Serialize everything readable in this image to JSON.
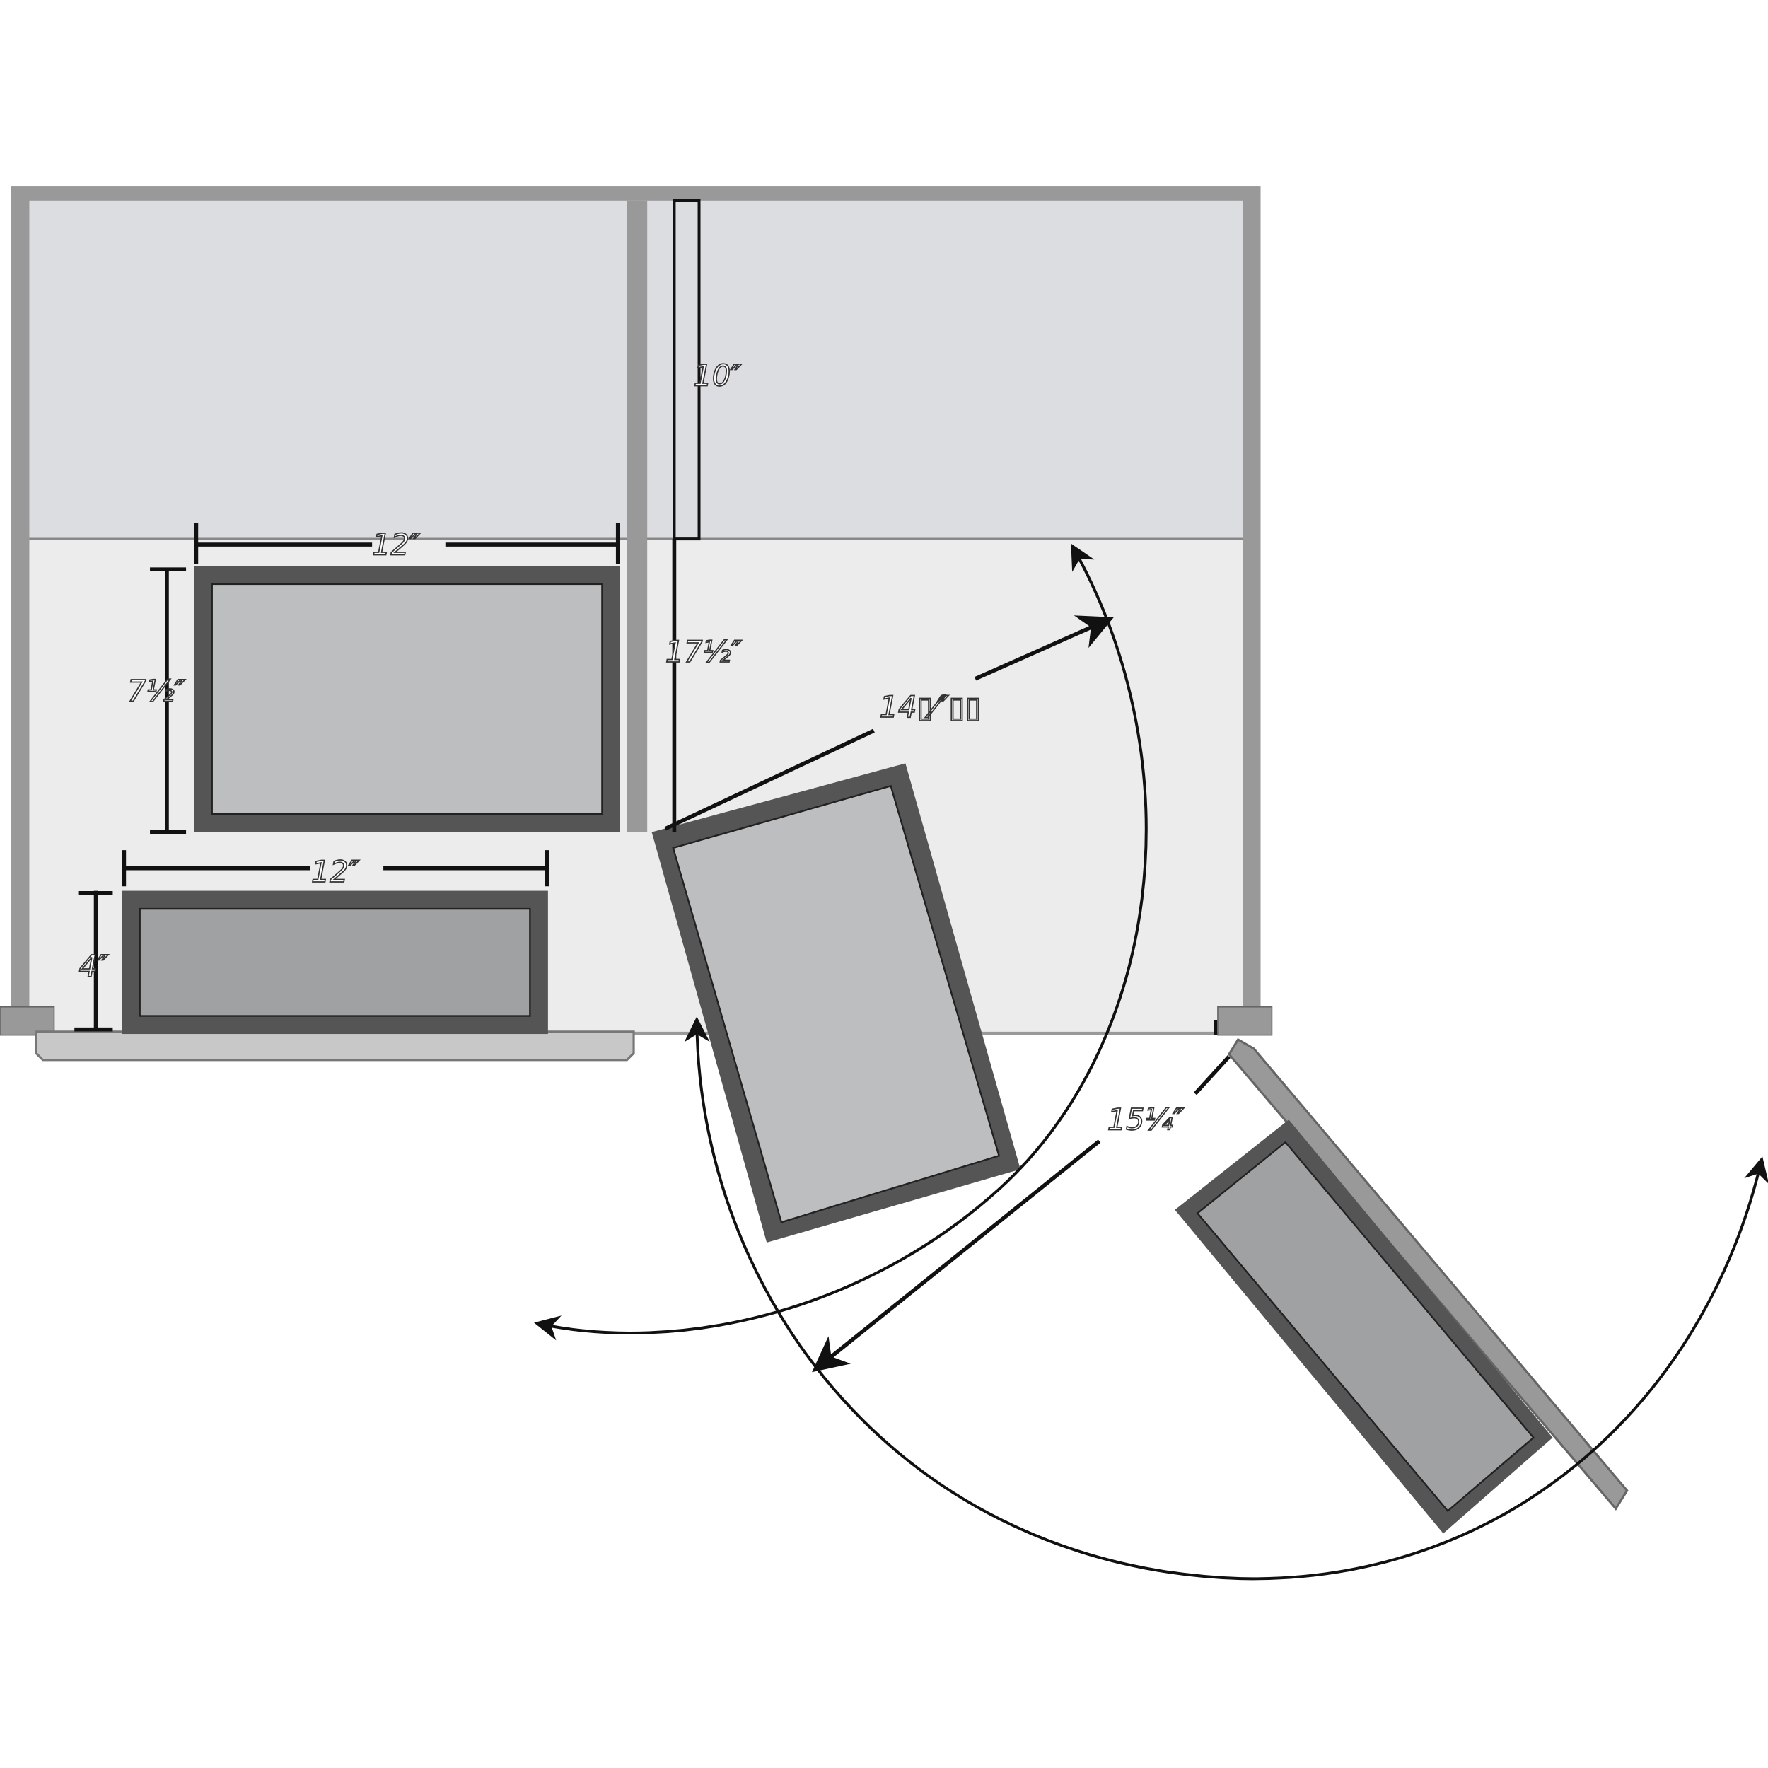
{
  "diagram": {
    "labels": {
      "top_partition_depth": "10″",
      "bottom_partition_depth": "17½″",
      "upper_drawer_width": "12″",
      "upper_drawer_height": "7½″",
      "lower_drawer_width": "12″",
      "lower_drawer_height": "4″",
      "swing_drawer_reach": "14▯⁄″▯▯",
      "door_swing_reach": "15¼″"
    },
    "colors": {
      "cabinet_frame": "#999999",
      "upper_shelf": "#dcdde0",
      "lower_floor": "#ececec",
      "drawer_frame": "#555555",
      "drawer_inner_light": "#bdbec0",
      "drawer_inner_dark": "#a0a1a3",
      "arrows": "#111111"
    }
  }
}
